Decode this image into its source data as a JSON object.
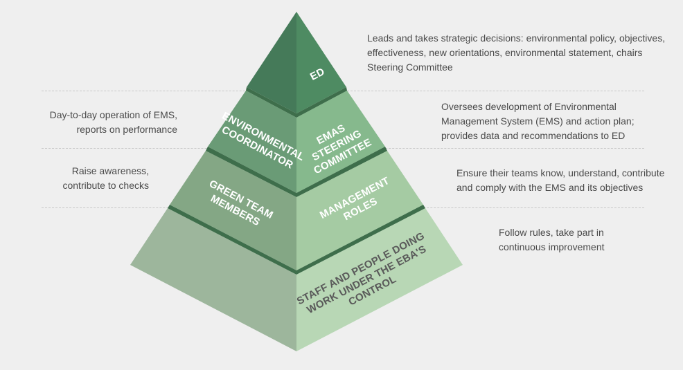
{
  "colors": {
    "background": "#efefef",
    "tier1_left": "#457a59",
    "tier1_right": "#4e8b62",
    "tier2_left": "#6a9b76",
    "tier2_right": "#86b98d",
    "tier3_left": "#84a785",
    "tier3_right": "#a5cba3",
    "tier4_left": "#9db69c",
    "tier4_right": "#b8d7b5",
    "gap": "#3e6e4b",
    "label_light": "#ffffff",
    "label_dark": "#5a5a5a",
    "note_text": "#4a4a4a",
    "separator": "#c7c7c7"
  },
  "tiers": [
    {
      "id": "ed",
      "labels": {
        "single": [
          "ED"
        ]
      },
      "description": [
        "Leads and takes strategic decisions: environmental policy, objectives,",
        "effectiveness, new orientations, environmental statement, chairs",
        "Steering Committee"
      ]
    },
    {
      "id": "level2",
      "left_label": [
        "ENVIRONMENTAL",
        "COORDINATOR"
      ],
      "right_label": [
        "EMAS",
        "STEERING",
        "COMMITTEE"
      ],
      "left_description": [
        "Day-to-day operation of EMS,",
        "reports on performance"
      ],
      "right_description": [
        "Oversees development of Environmental",
        "Management System (EMS) and action plan;",
        "provides data and recommendations to ED"
      ]
    },
    {
      "id": "level3",
      "left_label": [
        "GREEN TEAM",
        "MEMBERS"
      ],
      "right_label": [
        "MANAGEMENT",
        "ROLES"
      ],
      "left_description": [
        "Raise awareness,",
        "contribute to checks"
      ],
      "right_description": [
        "Ensure their teams know, understand, contribute",
        "and comply with the EMS and its objectives"
      ]
    },
    {
      "id": "base",
      "right_label": [
        "STAFF AND PEOPLE DOING",
        "WORK UNDER THE EBA'S",
        "CONTROL"
      ],
      "right_description": [
        "Follow rules, take part in",
        "continuous improvement"
      ]
    }
  ]
}
